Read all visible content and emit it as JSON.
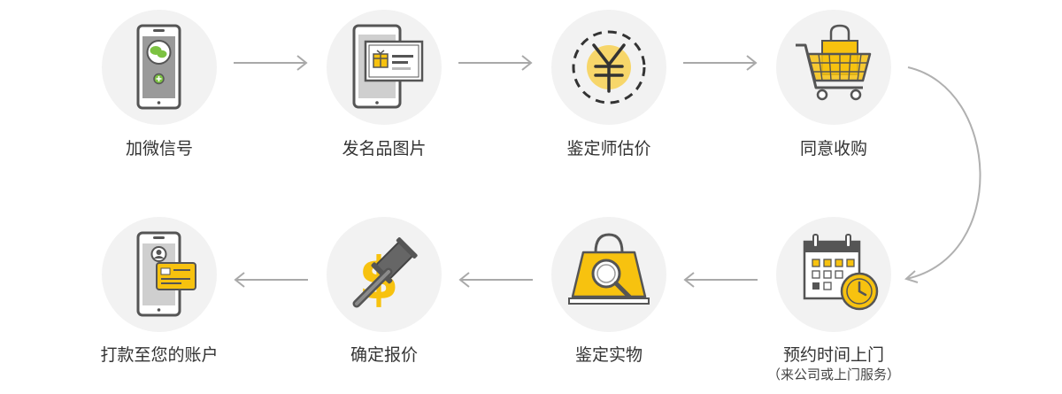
{
  "colors": {
    "circle_bg": "#f2f2f2",
    "accent": "#f7c20f",
    "icon_stroke": "#555555",
    "arrow": "#a9a9a9",
    "text": "#333333"
  },
  "steps": [
    {
      "label": "加微信号",
      "icon": "wechat-phone-icon"
    },
    {
      "label": "发名品图片",
      "icon": "tablet-photo-icon"
    },
    {
      "label": "鉴定师估价",
      "icon": "yuan-icon"
    },
    {
      "label": "同意收购",
      "icon": "shopping-cart-icon"
    },
    {
      "label": "预约时间上门",
      "sublabel": "（来公司或上门服务）",
      "icon": "calendar-clock-icon"
    },
    {
      "label": "鉴定实物",
      "icon": "bag-magnifier-icon"
    },
    {
      "label": "确定报价",
      "icon": "gavel-dollar-icon"
    },
    {
      "label": "打款至您的账户",
      "icon": "phone-card-icon"
    }
  ]
}
